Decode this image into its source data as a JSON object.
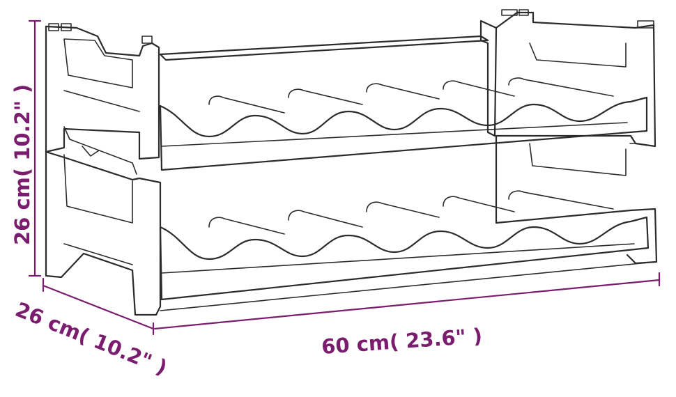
{
  "dimensions": {
    "height_label": "26 cm( 10.2\" )",
    "depth_label": "26 cm( 10.2\" )",
    "width_label": "60 cm( 23.6\" )"
  },
  "colors": {
    "dimension": "#7b1d6e",
    "outline": "#2b2b2b",
    "background": "#ffffff"
  }
}
